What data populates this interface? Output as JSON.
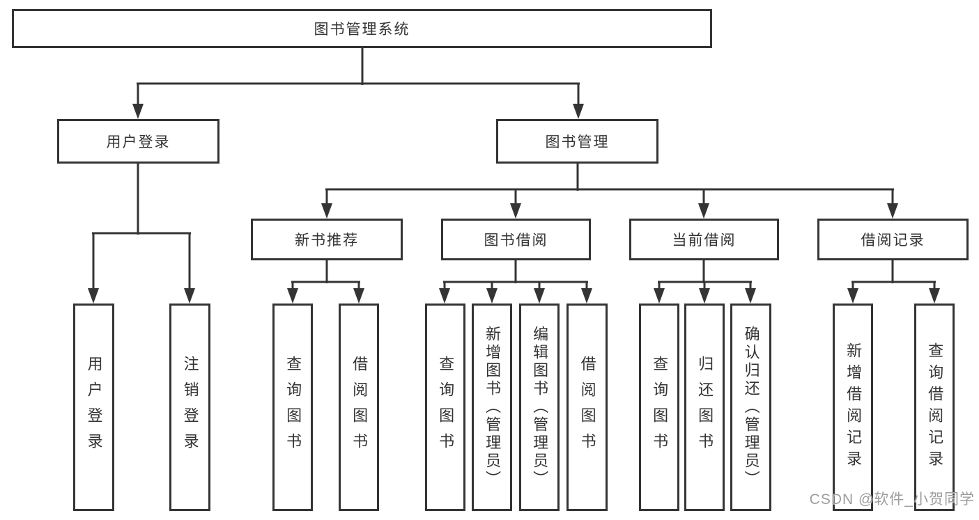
{
  "diagram_title": "图书管理系统",
  "tree": {
    "root": {
      "label": "图书管理系统"
    },
    "branches": [
      {
        "label": "用户登录",
        "children": [
          {
            "label": "用户登录"
          },
          {
            "label": "注销登录"
          }
        ]
      },
      {
        "label": "图书管理",
        "children": [
          {
            "label": "新书推荐",
            "children": [
              {
                "label": "查询图书"
              },
              {
                "label": "借阅图书"
              }
            ]
          },
          {
            "label": "图书借阅",
            "children": [
              {
                "label": "查询图书"
              },
              {
                "label": "新增图书（管理员）"
              },
              {
                "label": "编辑图书（管理员）"
              },
              {
                "label": "借阅图书"
              }
            ]
          },
          {
            "label": "当前借阅",
            "children": [
              {
                "label": "查询图书"
              },
              {
                "label": "归还图书"
              },
              {
                "label": "确认归还（管理员）"
              }
            ]
          },
          {
            "label": "借阅记录",
            "children": [
              {
                "label": "新增借阅记录"
              },
              {
                "label": "查询借阅记录"
              }
            ]
          }
        ]
      }
    ]
  },
  "watermark": "CSDN @软件_小贺同学",
  "colors": {
    "line": "#343434",
    "box_border": "#343434",
    "text": "#333333",
    "watermark": "#9d9d9d",
    "background": "#ffffff"
  }
}
